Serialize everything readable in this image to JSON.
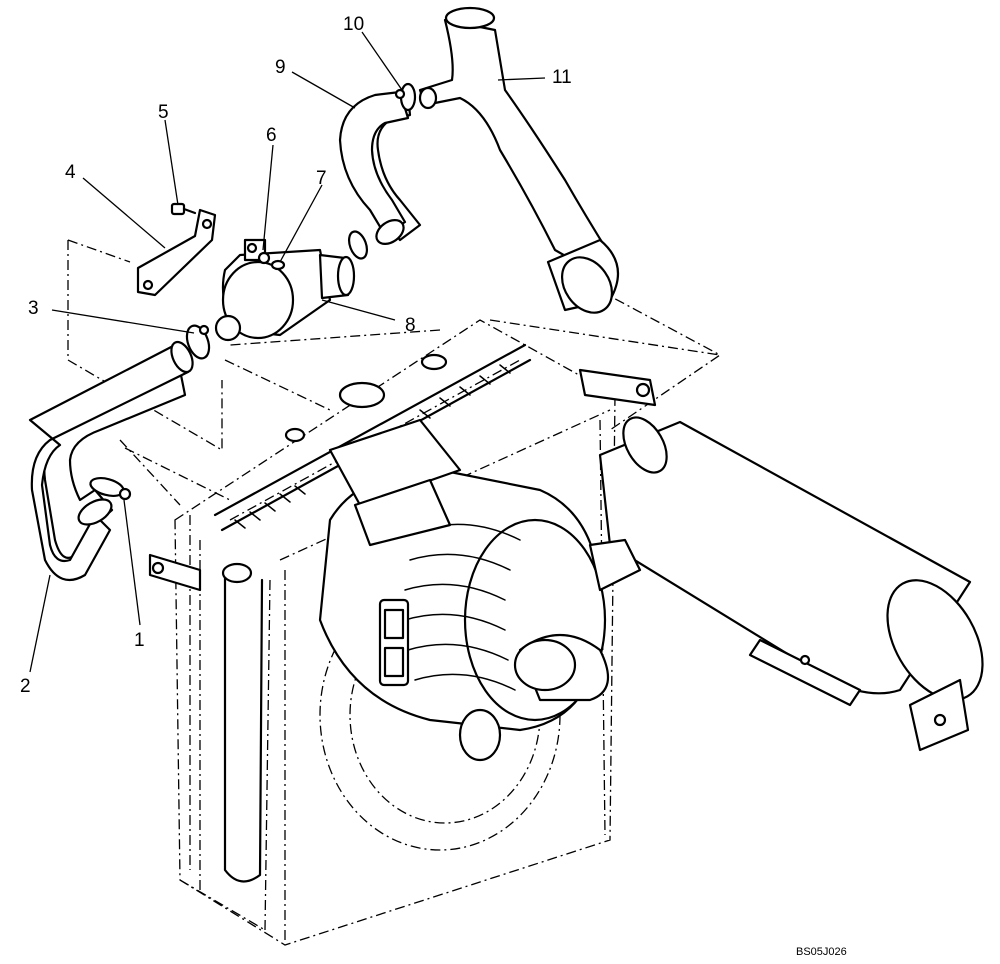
{
  "callouts": {
    "c1": "1",
    "c2": "2",
    "c3": "3",
    "c4": "4",
    "c5": "5",
    "c6": "6",
    "c7": "7",
    "c8": "8",
    "c9": "9",
    "c10": "10",
    "c11": "11"
  },
  "reference_code": "BS05J026"
}
